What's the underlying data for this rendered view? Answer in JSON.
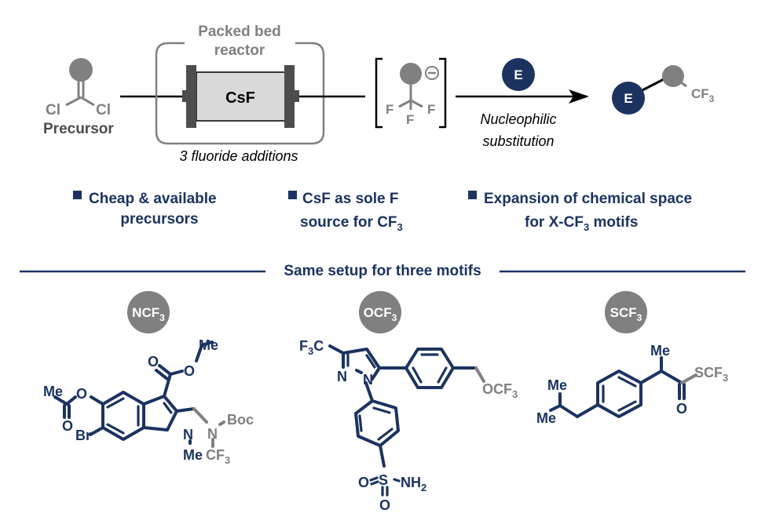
{
  "colors": {
    "navy": "#1c3360",
    "gray": "#808080",
    "dark_gray": "#4d4d4d",
    "reactor_fill": "#d9d9d9",
    "black": "#000000"
  },
  "flow": {
    "precursor": {
      "substituents": [
        "Cl",
        "Cl"
      ],
      "label": "Precursor"
    },
    "reactor": {
      "title_line1": "Packed bed",
      "title_line2": "reactor",
      "reagent": "CsF",
      "caption": "3 fluoride additions"
    },
    "intermediate": {
      "charge_icon": "minus-circle-icon",
      "fluorines": [
        "F",
        "F",
        "F"
      ]
    },
    "reaction": {
      "electrophile": "E",
      "condition_line1": "Nucleophilic",
      "condition_line2": "substitution"
    },
    "product": {
      "electrophile": "E",
      "group": "CF",
      "group_sub": "3"
    }
  },
  "features": [
    {
      "line1": "Cheap & available",
      "line2": "precursors",
      "line2_sub": "",
      "line2_after": ""
    },
    {
      "line1": "CsF as sole F",
      "line2": "source for CF",
      "line2_sub": "3",
      "line2_after": ""
    },
    {
      "line1": "Expansion of chemical space",
      "line2": "for X-CF",
      "line2_sub": "3",
      "line2_after": " motifs"
    }
  ],
  "section_title": "Same setup for three motifs",
  "motifs": [
    {
      "badge": "NCF",
      "badge_sub": "3",
      "labels": {
        "me_ester": "Me",
        "o_ester": "O",
        "o_carbonyl": "O",
        "me_acetyl": "Me",
        "o_acetyl": "O",
        "o_acetyl_carbonyl": "O",
        "br": "Br",
        "n_indole": "N",
        "me_n": "Me",
        "n_amine": "N",
        "boc": "Boc",
        "cf3": "CF",
        "cf3_sub": "3"
      }
    },
    {
      "badge": "OCF",
      "badge_sub": "3",
      "labels": {
        "f3c_pre": "F",
        "f3c_sub": "3",
        "f3c_post": "C",
        "n1": "N",
        "n2": "N",
        "ocf3": "OCF",
        "ocf3_sub": "3",
        "s": "S",
        "o_left": "O",
        "o_bottom": "O",
        "nh2": "NH",
        "nh2_sub": "2"
      }
    },
    {
      "badge": "SCF",
      "badge_sub": "3",
      "labels": {
        "me_top": "Me",
        "scf3": "SCF",
        "scf3_sub": "3",
        "o_carbonyl": "O",
        "me_iso1": "Me",
        "me_iso2": "Me"
      }
    }
  ]
}
